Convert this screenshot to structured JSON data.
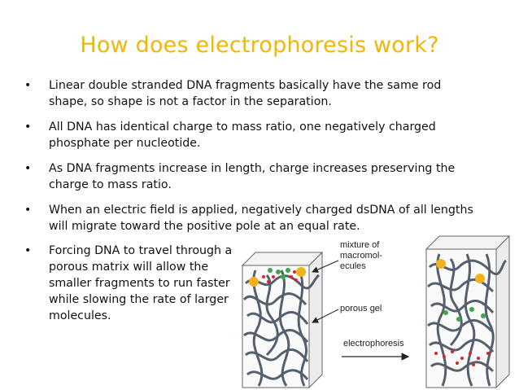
{
  "title": "How does electrophoresis work?",
  "bullets": [
    "Linear double stranded DNA fragments basically have the same rod shape, so shape is not a factor in the separation.",
    "All DNA has identical charge to mass ratio, one negatively charged phosphate per nucleotide.",
    "As DNA fragments increase in length, charge increases preserving the charge to mass ratio.",
    "When an electric field is applied, negatively charged dsDNA of all lengths will migrate toward the positive pole at an equal rate.",
    "Forcing DNA to travel through a porous matrix will allow the smaller fragments to run faster while slowing the rate of larger molecules."
  ],
  "bullet_symbol": "•",
  "diagram": {
    "label_mixture_1": "mixture of",
    "label_mixture_2": "macromol-",
    "label_mixture_3": "ecules",
    "label_gel": "porous gel",
    "label_process": "electrophoresis"
  },
  "colors": {
    "title": "#f2b705",
    "large_molecule": "#f3b21c",
    "small_molecule_red": "#d8262b",
    "small_molecule_green": "#3aa845",
    "gel_strand": "#55606e"
  }
}
